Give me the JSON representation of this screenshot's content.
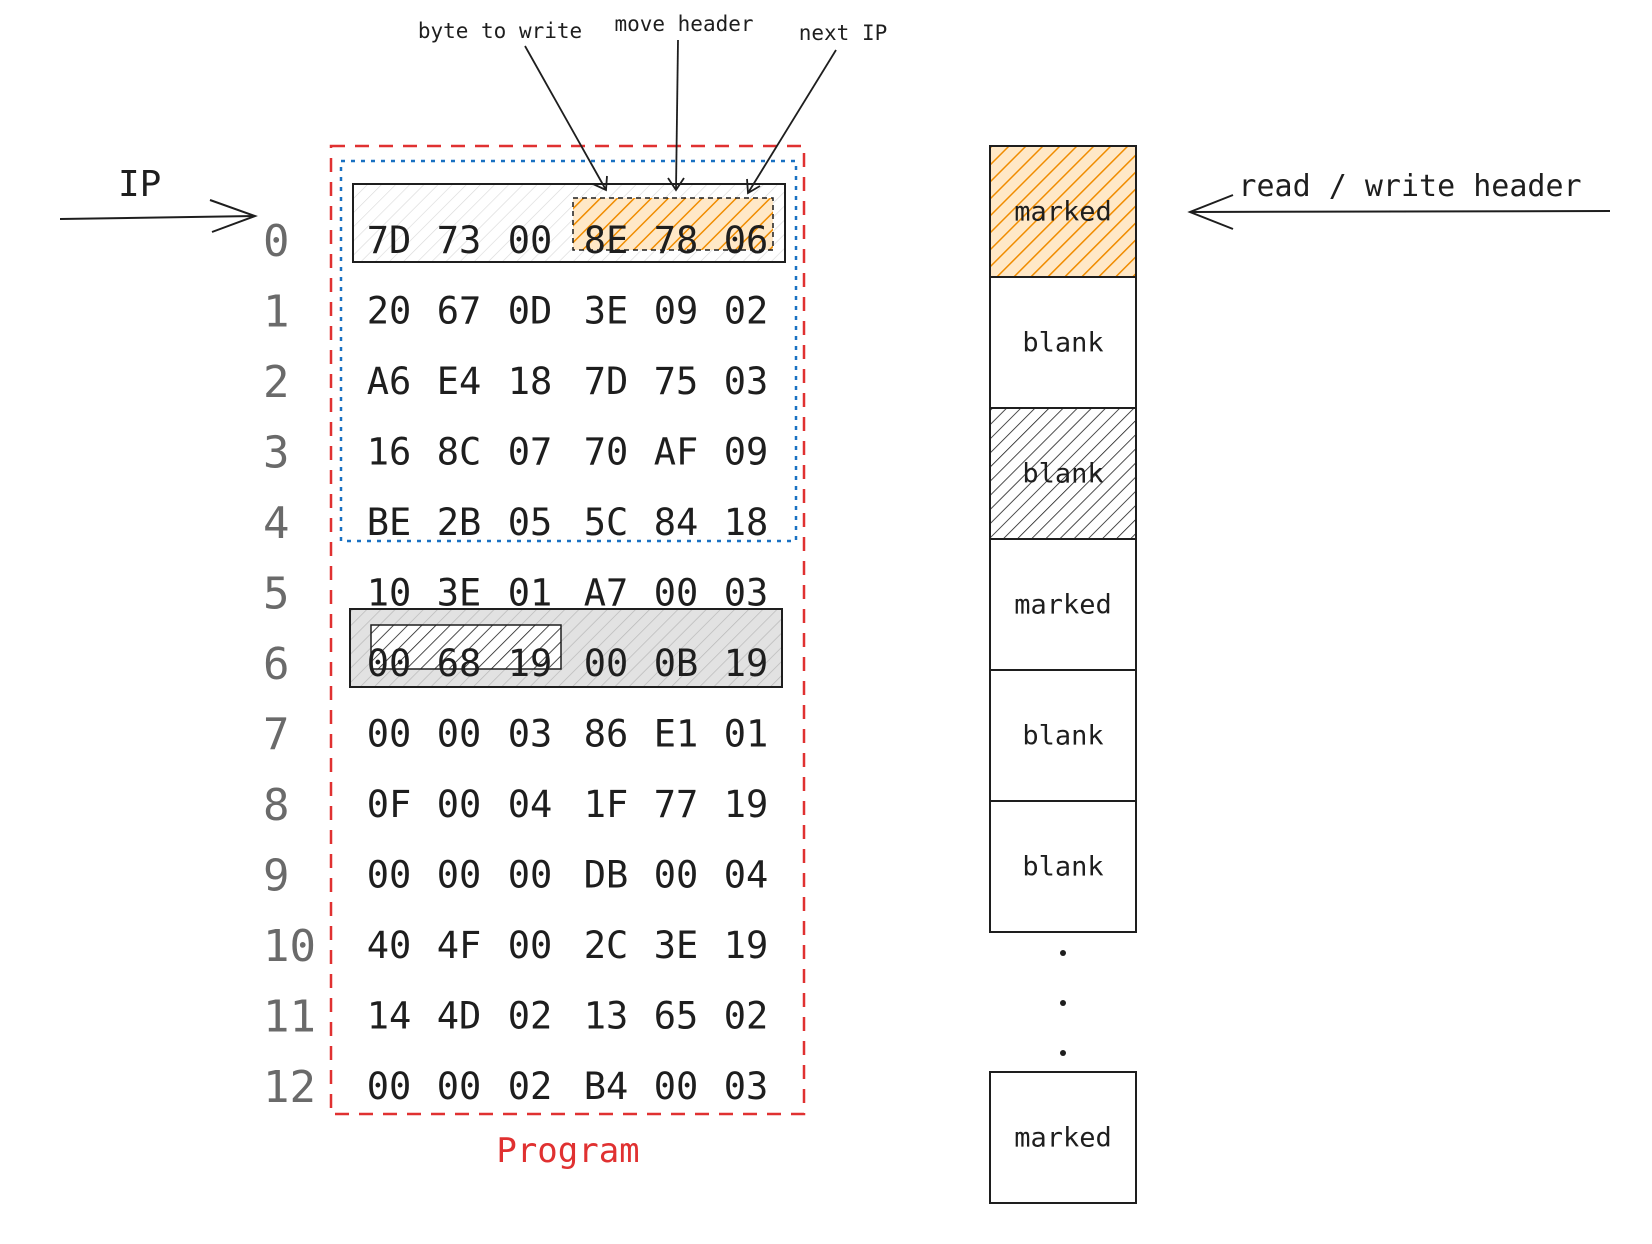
{
  "colors": {
    "ink": "#1e1e1e",
    "index_gray": "#6a6a6a",
    "program_border": "#e03131",
    "window_border": "#1971c2",
    "orange_hatch": "#f08c00",
    "gray_fill": "#dedede"
  },
  "pointer_label": "IP",
  "program": {
    "caption": "Program",
    "rows": [
      {
        "index": "0",
        "bytes": [
          "7D",
          "73",
          "00",
          "8E",
          "78",
          "06"
        ]
      },
      {
        "index": "1",
        "bytes": [
          "20",
          "67",
          "0D",
          "3E",
          "09",
          "02"
        ]
      },
      {
        "index": "2",
        "bytes": [
          "A6",
          "E4",
          "18",
          "7D",
          "75",
          "03"
        ]
      },
      {
        "index": "3",
        "bytes": [
          "16",
          "8C",
          "07",
          "70",
          "AF",
          "09"
        ]
      },
      {
        "index": "4",
        "bytes": [
          "BE",
          "2B",
          "05",
          "5C",
          "84",
          "18"
        ]
      },
      {
        "index": "5",
        "bytes": [
          "10",
          "3E",
          "01",
          "A7",
          "00",
          "03"
        ]
      },
      {
        "index": "6",
        "bytes": [
          "00",
          "68",
          "19",
          "00",
          "0B",
          "19"
        ]
      },
      {
        "index": "7",
        "bytes": [
          "00",
          "00",
          "03",
          "86",
          "E1",
          "01"
        ]
      },
      {
        "index": "8",
        "bytes": [
          "0F",
          "00",
          "04",
          "1F",
          "77",
          "19"
        ]
      },
      {
        "index": "9",
        "bytes": [
          "00",
          "00",
          "00",
          "DB",
          "00",
          "04"
        ]
      },
      {
        "index": "10",
        "bytes": [
          "40",
          "4F",
          "00",
          "2C",
          "3E",
          "19"
        ]
      },
      {
        "index": "11",
        "bytes": [
          "14",
          "4D",
          "02",
          "13",
          "65",
          "02"
        ]
      },
      {
        "index": "12",
        "bytes": [
          "00",
          "00",
          "02",
          "B4",
          "00",
          "03"
        ]
      }
    ]
  },
  "annotations": {
    "byte_to_write": "byte to write",
    "move_header": "move header",
    "next_ip": "next IP"
  },
  "tape": {
    "header_label": "read / write header",
    "cells": [
      {
        "label": "marked",
        "fill": "orange-hatch"
      },
      {
        "label": "blank",
        "fill": "none"
      },
      {
        "label": "blank",
        "fill": "gray-hatch"
      },
      {
        "label": "marked",
        "fill": "none"
      },
      {
        "label": "blank",
        "fill": "none"
      },
      {
        "label": "blank",
        "fill": "none"
      }
    ],
    "last_cell": {
      "label": "marked",
      "fill": "none"
    }
  }
}
